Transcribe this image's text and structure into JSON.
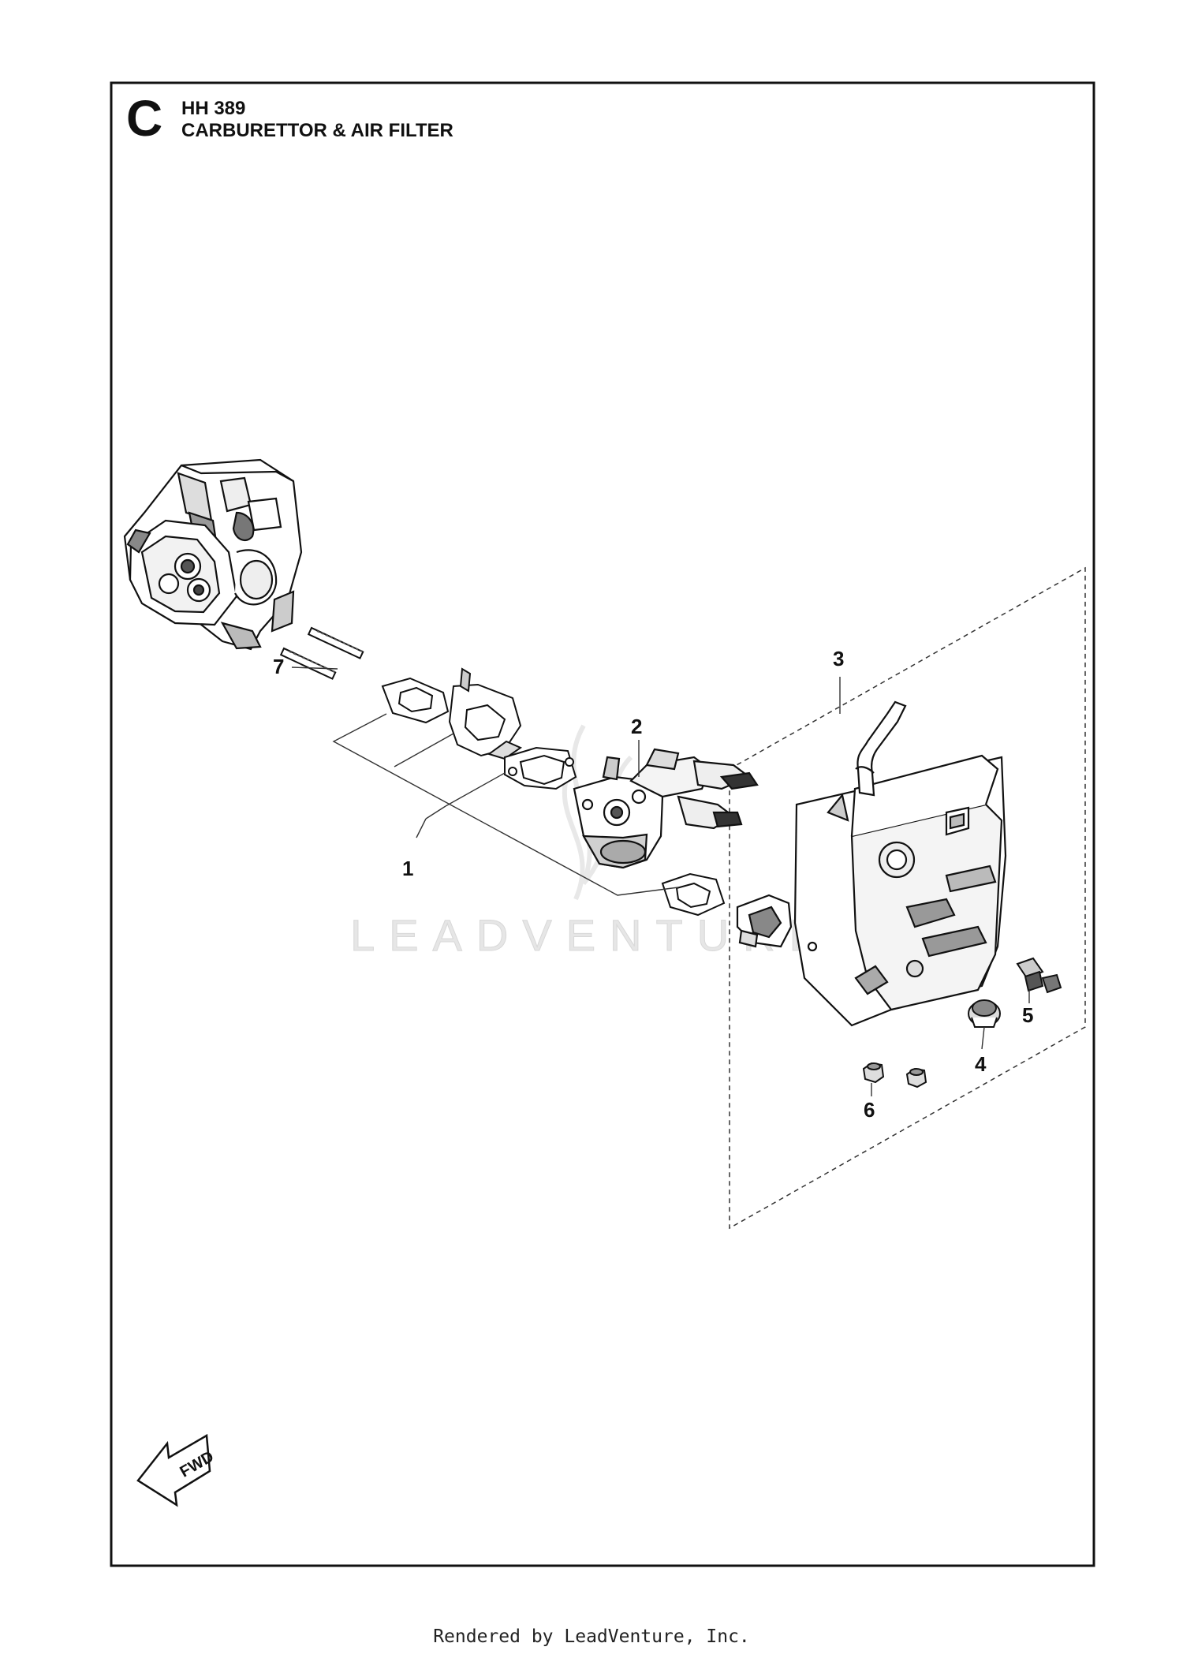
{
  "header": {
    "section_letter": "C",
    "model": "HH 389",
    "title": "CARBURETTOR & AIR FILTER"
  },
  "watermark": "LEADVENTURE",
  "fwd_label": "FWD",
  "callouts": [
    {
      "id": "1",
      "label": "1"
    },
    {
      "id": "2",
      "label": "2"
    },
    {
      "id": "3",
      "label": "3"
    },
    {
      "id": "4",
      "label": "4"
    },
    {
      "id": "5",
      "label": "5"
    },
    {
      "id": "6",
      "label": "6"
    },
    {
      "id": "7",
      "label": "7"
    }
  ],
  "footer": "Rendered by LeadVenture, Inc."
}
